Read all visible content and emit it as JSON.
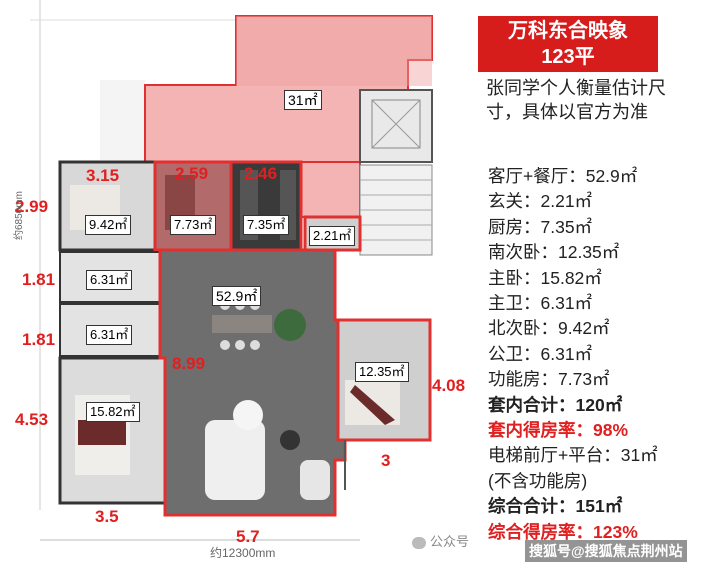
{
  "plan": {
    "dims": {
      "top_3_15": "3.15",
      "top_2_59": "2.59",
      "top_2_46": "2.46",
      "left_2_99": "2.99",
      "left_1_81_a": "1.81",
      "left_1_81_b": "1.81",
      "left_4_53": "4.53",
      "center_8_99": "8.99",
      "right_4_08": "4.08",
      "right_3": "3",
      "bottom_3_5": "3.5",
      "bottom_5_7": "5.7"
    },
    "areas": {
      "terrace": "31㎡",
      "north_bedroom": "9.42㎡",
      "function_room": "7.73㎡",
      "kitchen": "7.35㎡",
      "entry": "2.21㎡",
      "public_bath": "6.31㎡",
      "master_bath": "6.31㎡",
      "living": "52.9㎡",
      "south_bedroom": "12.35㎡",
      "master_bedroom": "15.82㎡"
    },
    "measure_vertical": "约6850mm",
    "measure_bottom": "约12300mm"
  },
  "panel": {
    "title_line1": "万科东合映象",
    "title_line2": "123平",
    "note": "张同学个人衡量估计尺寸，具体以官方为准",
    "stats": [
      {
        "text": "客厅+餐厅：52.9㎡",
        "style": "normal"
      },
      {
        "text": "玄关：2.21㎡",
        "style": "normal"
      },
      {
        "text": "厨房：7.35㎡",
        "style": "normal"
      },
      {
        "text": "南次卧：12.35㎡",
        "style": "normal"
      },
      {
        "text": "主卧：15.82㎡",
        "style": "normal"
      },
      {
        "text": "主卫：6.31㎡",
        "style": "normal"
      },
      {
        "text": "北次卧：9.42㎡",
        "style": "normal"
      },
      {
        "text": "公卫：6.31㎡",
        "style": "normal"
      },
      {
        "text": "功能房：7.73㎡",
        "style": "normal"
      },
      {
        "text": "套内合计：120㎡",
        "style": "bold"
      },
      {
        "text": "套内得房率：98%",
        "style": "red"
      },
      {
        "text": "电梯前厅+平台：31㎡",
        "style": "normal"
      },
      {
        "text": "(不含功能房)",
        "style": "normal"
      },
      {
        "text": "综合合计：151㎡",
        "style": "bold"
      },
      {
        "text": "综合得房率：123%",
        "style": "red"
      }
    ]
  },
  "watermarks": {
    "wechat": "公众号",
    "sohu": "搜狐号@搜狐焦点荆州站"
  },
  "colors": {
    "accent_red": "#d71c1c",
    "dim_red": "#e02020",
    "terrace_pink": "#f2a7a7",
    "living_gray": "#6f6f6f"
  }
}
